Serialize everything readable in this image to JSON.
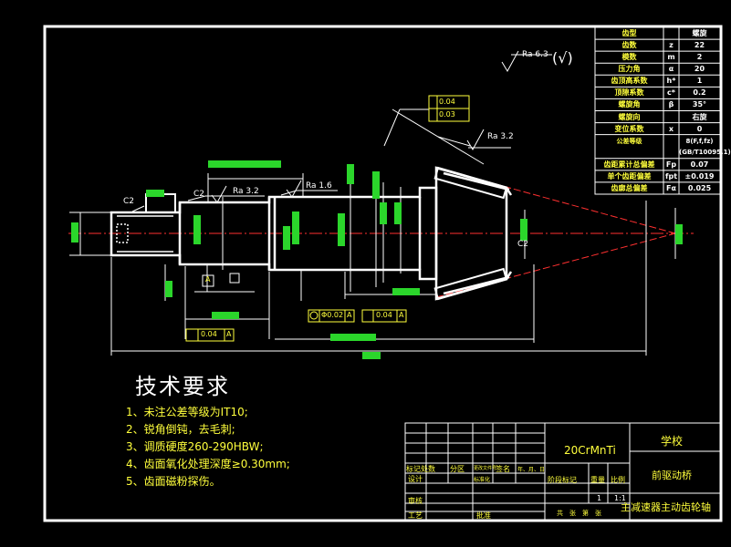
{
  "tech_requirements": {
    "title": "技术要求",
    "items": [
      "1、未注公差等级为IT10;",
      "2、锐角倒钝，去毛刺;",
      "3、调质硬度260-290HBW;",
      "4、齿面氧化处理深度≥0.30mm;",
      "5、齿面磁粉探伤。"
    ]
  },
  "annotations": {
    "ra_corner": "Ra 6.3",
    "ra_corner_check": "(√)",
    "ra_top": "Ra 3.2",
    "ra_journal": "Ra 3.2",
    "ra_mid": "Ra 1.6",
    "tol_box_1": "0.04",
    "tol_box_2": "0.03",
    "coax_box": "Φ0.02",
    "coax_ref": "A",
    "runout_box": "0.04",
    "runout_ref": "A",
    "left_runout": "0.04",
    "left_runout_ref": "A",
    "datum_a": "A",
    "c2_left": "C2",
    "c2_mid": "C2",
    "c2_right": "C2"
  },
  "param_table": {
    "rows": [
      [
        "齿型",
        "",
        "螺旋"
      ],
      [
        "齿数",
        "z",
        "22"
      ],
      [
        "模数",
        "m",
        "2"
      ],
      [
        "压力角",
        "α",
        "20"
      ],
      [
        "齿顶高系数",
        "h*",
        "1"
      ],
      [
        "顶隙系数",
        "c*",
        "0.2"
      ],
      [
        "螺旋角",
        "β",
        "35°"
      ],
      [
        "螺旋向",
        "",
        "右旋"
      ],
      [
        "变位系数",
        "x",
        "0"
      ],
      [
        "公差等级",
        "",
        "8(F,f,fz)\n(GB/T10095.1)"
      ],
      [
        "齿距累计总偏差",
        "Fp",
        "0.07"
      ],
      [
        "单个齿距偏差",
        "fpt",
        "±0.019"
      ],
      [
        "齿廓总偏差",
        "Fα",
        "0.025"
      ]
    ]
  },
  "title_block": {
    "material": "20CrMnTi",
    "school": "学校",
    "subtitle": "前驱动桥",
    "part_name": "主减速器主动齿轮轴",
    "row_labels": [
      "标记处数",
      "分区",
      "更改文件号",
      "签名",
      "年、月、日"
    ],
    "design": "设计",
    "standard": "标准化",
    "stage": "阶段标记",
    "weight": "重量",
    "scale": "比例",
    "qty": "1",
    "scale_val": "1:1",
    "review": "审核",
    "process": "工艺",
    "approve": "批准",
    "sheets": "共　张　第　张"
  }
}
